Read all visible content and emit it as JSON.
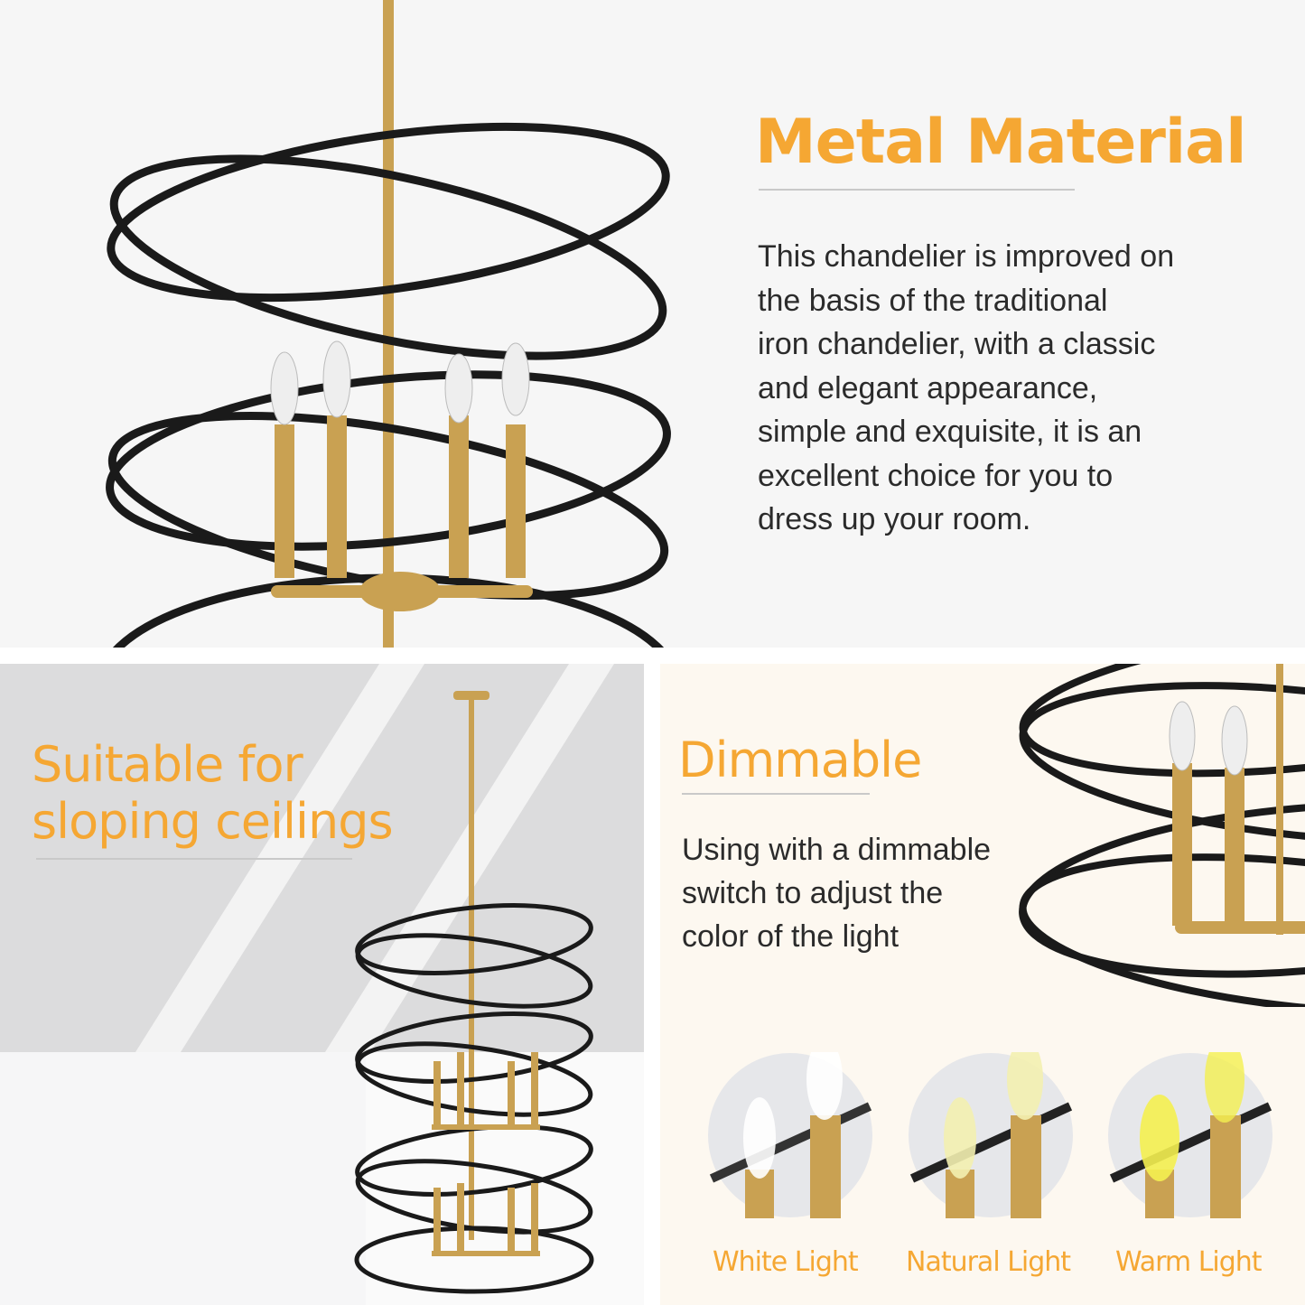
{
  "colors": {
    "accent": "#f5a733",
    "frame": "#1a1a1a",
    "brass": "#c9a152"
  },
  "metal": {
    "title": "Metal Material",
    "body": "This chandelier is improved on\nthe basis of the traditional\niron chandelier, with a classic\nand elegant appearance,\nsimple and exquisite, it is an\nexcellent choice for you to\ndress up your room."
  },
  "sloping": {
    "title_line1": "Suitable for",
    "title_line2": "sloping ceilings"
  },
  "dimmable": {
    "title": "Dimmable",
    "body": "Using with a dimmable\nswitch to adjust the\ncolor of the light",
    "options": [
      {
        "label": "White Light",
        "glow": "#ffffff"
      },
      {
        "label": "Natural Light",
        "glow": "#f3f0b0"
      },
      {
        "label": "Warm Light",
        "glow": "#f4f050"
      }
    ]
  }
}
